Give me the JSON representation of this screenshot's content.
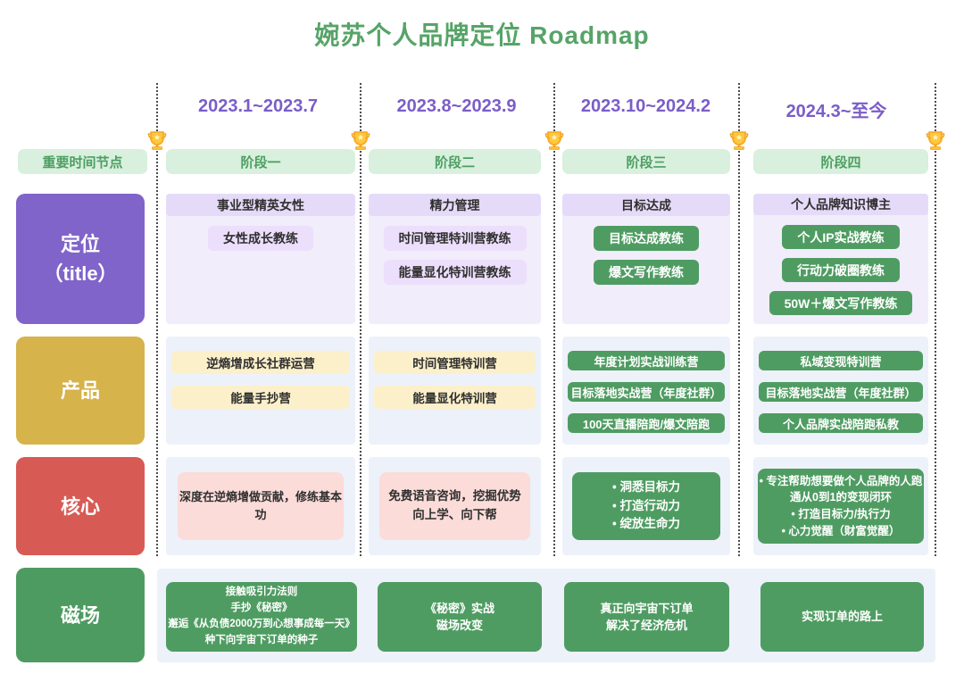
{
  "title": "婉苏个人品牌定位 Roadmap",
  "timeline_label": "重要时间节点",
  "columns": [
    {
      "period": "2023.1~2023.7",
      "stage": "阶段一"
    },
    {
      "period": "2023.8~2023.9",
      "stage": "阶段二"
    },
    {
      "period": "2023.10~2024.2",
      "stage": "阶段三"
    },
    {
      "period": "2024.3~至今",
      "stage": "阶段四"
    }
  ],
  "rows": {
    "positioning": {
      "label": "定位",
      "label_sub": "（title）",
      "c1": {
        "header": "事业型精英女性",
        "items": [
          "女性成长教练"
        ]
      },
      "c2": {
        "header": "精力管理",
        "items": [
          "时间管理特训营教练",
          "能量显化特训营教练"
        ]
      },
      "c3": {
        "header": "目标达成",
        "items": [
          "目标达成教练",
          "爆文写作教练"
        ]
      },
      "c4": {
        "header": "个人品牌知识博主",
        "items": [
          "个人IP实战教练",
          "行动力破圈教练",
          "50W＋爆文写作教练"
        ]
      }
    },
    "products": {
      "label": "产品",
      "c1": [
        "逆熵增成长社群运营",
        "能量手抄营"
      ],
      "c2": [
        "时间管理特训营",
        "能量显化特训营"
      ],
      "c3": [
        "年度计划实战训练营",
        "目标落地实战营（年度社群）",
        "100天直播陪跑/爆文陪跑"
      ],
      "c4": [
        "私域变现特训营",
        "目标落地实战营（年度社群）",
        "个人品牌实战陪跑私教"
      ]
    },
    "core": {
      "label": "核心",
      "c1": [
        "深度在逆熵增做贡献，修练基本功"
      ],
      "c2": [
        "免费语音咨询，挖掘优势",
        "向上学、向下帮"
      ],
      "c3": [
        "洞悉目标力",
        "打造行动力",
        "绽放生命力"
      ],
      "c4": [
        "专注帮助想要做个人品牌的人跑通从0到1的变现闭环",
        "打造目标力/执行力",
        "心力觉醒（财富觉醒）"
      ]
    },
    "field": {
      "label": "磁场",
      "c1": [
        "接触吸引力法则",
        "手抄《秘密》",
        "邂逅《从负债2000万到心想事成每一天》",
        "种下向宇宙下订单的种子"
      ],
      "c2": [
        "《秘密》实战",
        "磁场改变"
      ],
      "c3": [
        "真正向宇宙下订单",
        "解决了经济危机"
      ],
      "c4": [
        "实现订单的路上"
      ]
    }
  },
  "colors": {
    "title_green": "#56a467",
    "period_purple": "#7b5dc8",
    "stage_band_bg": "#d8f0dd",
    "stage_text": "#4d9e62",
    "label_purple": "#8064ca",
    "label_gold": "#d6b34b",
    "label_red": "#d85a55",
    "label_green": "#4e9b62",
    "row1_band_bg": "#f1edfb",
    "row_band_bg": "#edf1fa",
    "lavender_header": "#e5dbf8",
    "lavender_chip": "#ecdffc",
    "green_box": "#4f9c62",
    "yellow_box": "#fcf0cb",
    "pink_box": "#fbdcd9",
    "trophy_gold": "#ffc83d"
  }
}
